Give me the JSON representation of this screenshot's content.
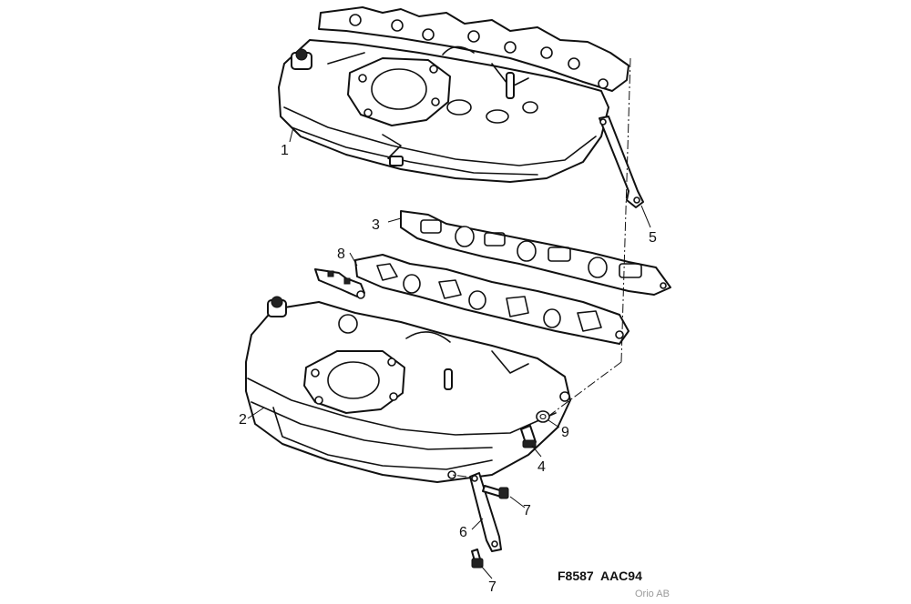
{
  "diagram": {
    "callouts": [
      "1",
      "2",
      "3",
      "4",
      "5",
      "6",
      "7",
      "7",
      "8",
      "9"
    ],
    "drawing_code": "F8587  AAC94",
    "credit": "Orio AB"
  }
}
